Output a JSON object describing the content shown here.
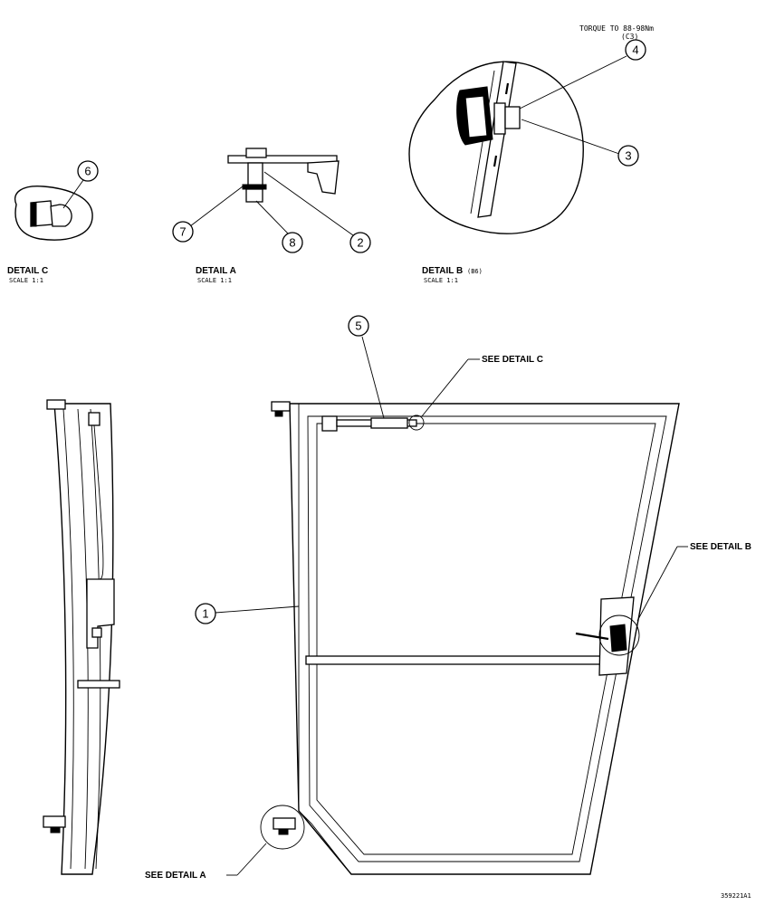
{
  "torque_note": {
    "line1": "TORQUE TO 88-98Nm",
    "line2": "(C3)"
  },
  "details": {
    "c": {
      "title": "DETAIL  C",
      "scale": "SCALE  1:1"
    },
    "a": {
      "title": "DETAIL  A",
      "scale": "SCALE  1:1"
    },
    "b": {
      "title": "DETAIL  B",
      "ref": "(B6)",
      "scale": "SCALE  1:1"
    }
  },
  "see_labels": {
    "see_c": "SEE DETAIL  C",
    "see_b": "SEE DETAIL  B",
    "see_a": "SEE DETAIL  A"
  },
  "callouts": [
    "1",
    "2",
    "3",
    "4",
    "5",
    "6",
    "7",
    "8"
  ],
  "drawing_id": "359221A1"
}
